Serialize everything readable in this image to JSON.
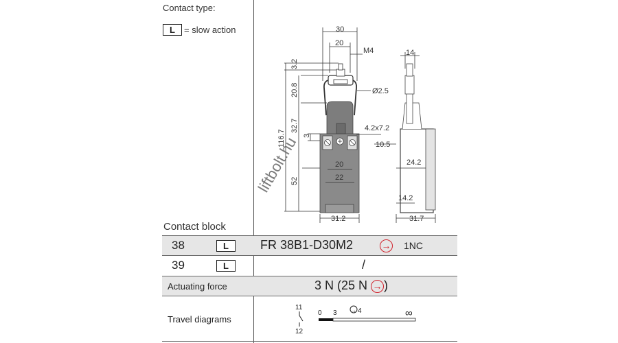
{
  "header": {
    "contact_type_label": "Contact type:",
    "legend_box": "L",
    "legend_text": "= slow action"
  },
  "dimensions": {
    "front": {
      "width_30": "30",
      "width_20_top": "20",
      "thread": "M4",
      "d_3_2": "3.2",
      "d_20_8": "20.8",
      "d_116_7": "116.7",
      "d_32_7": "32.7",
      "d_3": "3",
      "d_52": "52",
      "hole": "Ø2.5",
      "slot": "4.2x7.2",
      "d_10_5": "10.5",
      "w_20": "20",
      "w_22": "22",
      "w_31_2": "31.2"
    },
    "side": {
      "w_14": "14",
      "w_24_2": "24.2",
      "w_14_2": "14.2",
      "w_31_7": "31.7"
    }
  },
  "watermark": "liftbolt.hu",
  "contact_block": {
    "title": "Contact block",
    "rows": [
      {
        "num": "38",
        "type": "L",
        "code": "FR 38B1-D30M2",
        "symbol": "→",
        "contacts": "1NC"
      },
      {
        "num": "39",
        "type": "L",
        "code": "/"
      }
    ]
  },
  "actuating_force": {
    "label": "Actuating force",
    "value_prefix": "3 N (25 N ",
    "symbol": "→",
    "value_suffix": ")"
  },
  "travel": {
    "label": "Travel diagrams",
    "terminal_top": "11",
    "terminal_bottom": "12",
    "scale_0": "0",
    "scale_3": "3",
    "scale_4": "4",
    "scale_inf": "∞",
    "symbol": "→"
  },
  "colors": {
    "accent_red": "#d0202a",
    "row_gray": "#e6e6e6",
    "body_gray": "#8a8a8a"
  }
}
